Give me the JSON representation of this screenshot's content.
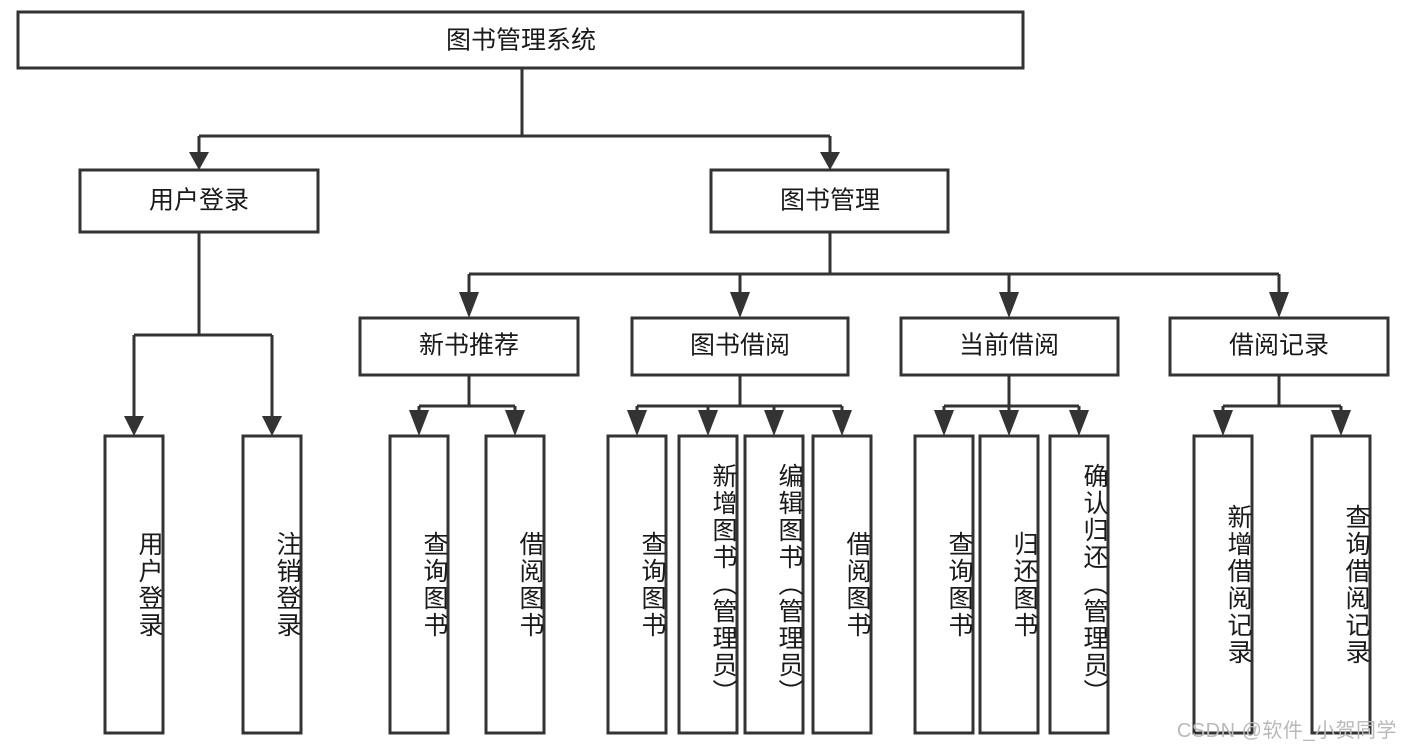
{
  "diagram": {
    "title": "图书管理系统",
    "type": "tree-hierarchy-diagram",
    "colors": {
      "stroke": "#333333",
      "node_fill": "#ffffff",
      "text": "#1a1a1a",
      "background": "#ffffff",
      "watermark": "#b9b9b9"
    },
    "root": {
      "label": "图书管理系统"
    },
    "level2": [
      {
        "label": "用户登录"
      },
      {
        "label": "图书管理"
      }
    ],
    "level3": [
      {
        "label": "新书推荐"
      },
      {
        "label": "图书借阅"
      },
      {
        "label": "当前借阅"
      },
      {
        "label": "借阅记录"
      }
    ],
    "leaves": {
      "user_login": [
        {
          "label": "用户登录"
        },
        {
          "label": "注销登录"
        }
      ],
      "new_book_recommend": [
        {
          "label": "查询图书"
        },
        {
          "label": "借阅图书"
        }
      ],
      "book_borrow": [
        {
          "label": "查询图书"
        },
        {
          "label": "新增图书（管理员）"
        },
        {
          "label": "编辑图书（管理员）"
        },
        {
          "label": "借阅图书"
        }
      ],
      "current_borrow": [
        {
          "label": "查询图书"
        },
        {
          "label": "归还图书"
        },
        {
          "label": "确认归还（管理员）"
        }
      ],
      "borrow_record": [
        {
          "label": "新增借阅记录"
        },
        {
          "label": "查询借阅记录"
        }
      ]
    }
  },
  "watermark": {
    "text": "CSDN @软件_小贺同学"
  }
}
